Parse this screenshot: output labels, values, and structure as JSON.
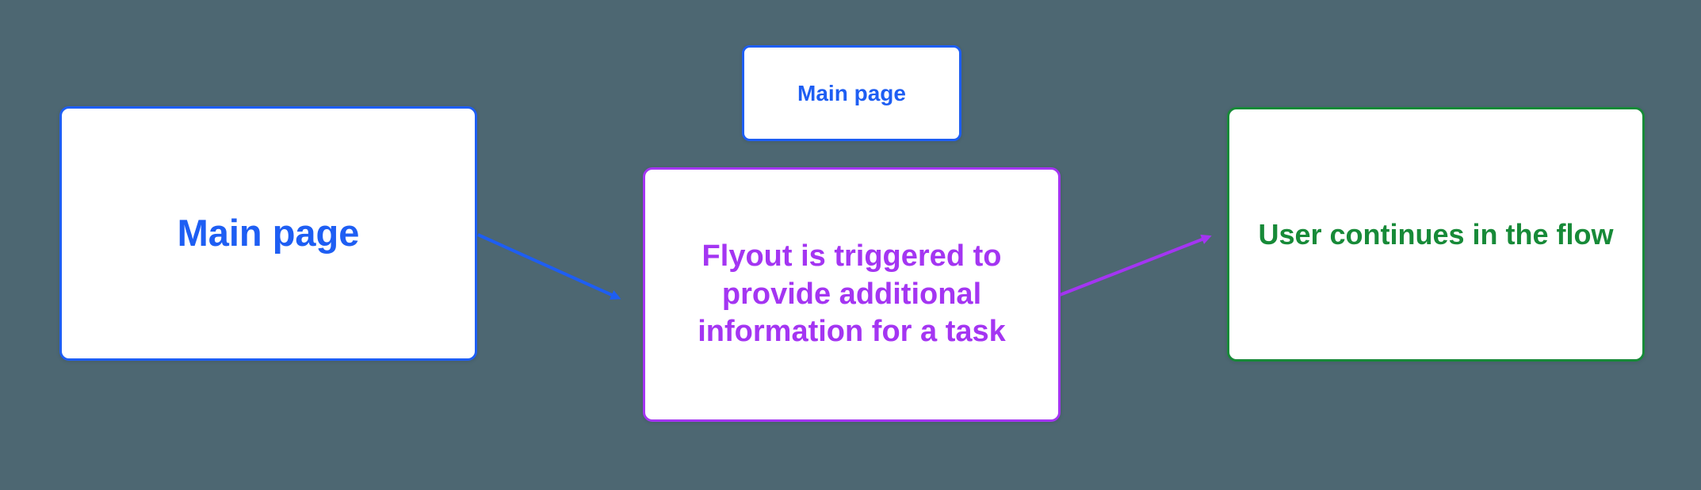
{
  "colors": {
    "background": "#4D6772",
    "blue": "#1E5EF3",
    "purple": "#A435F2",
    "green": "#178A38",
    "node_fill": "#FFFFFF"
  },
  "nodes": {
    "main_page_left": {
      "label": "Main page"
    },
    "main_page_top": {
      "label": "Main page"
    },
    "flyout": {
      "label": "Flyout is triggered to\nprovide additional\ninformation for a task"
    },
    "continue_flow": {
      "label": "User continues in the flow"
    }
  },
  "connectors": [
    {
      "name": "main-page-to-flyout",
      "color": "#1E5EF3"
    },
    {
      "name": "flyout-to-continue",
      "color": "#A435F2"
    }
  ]
}
